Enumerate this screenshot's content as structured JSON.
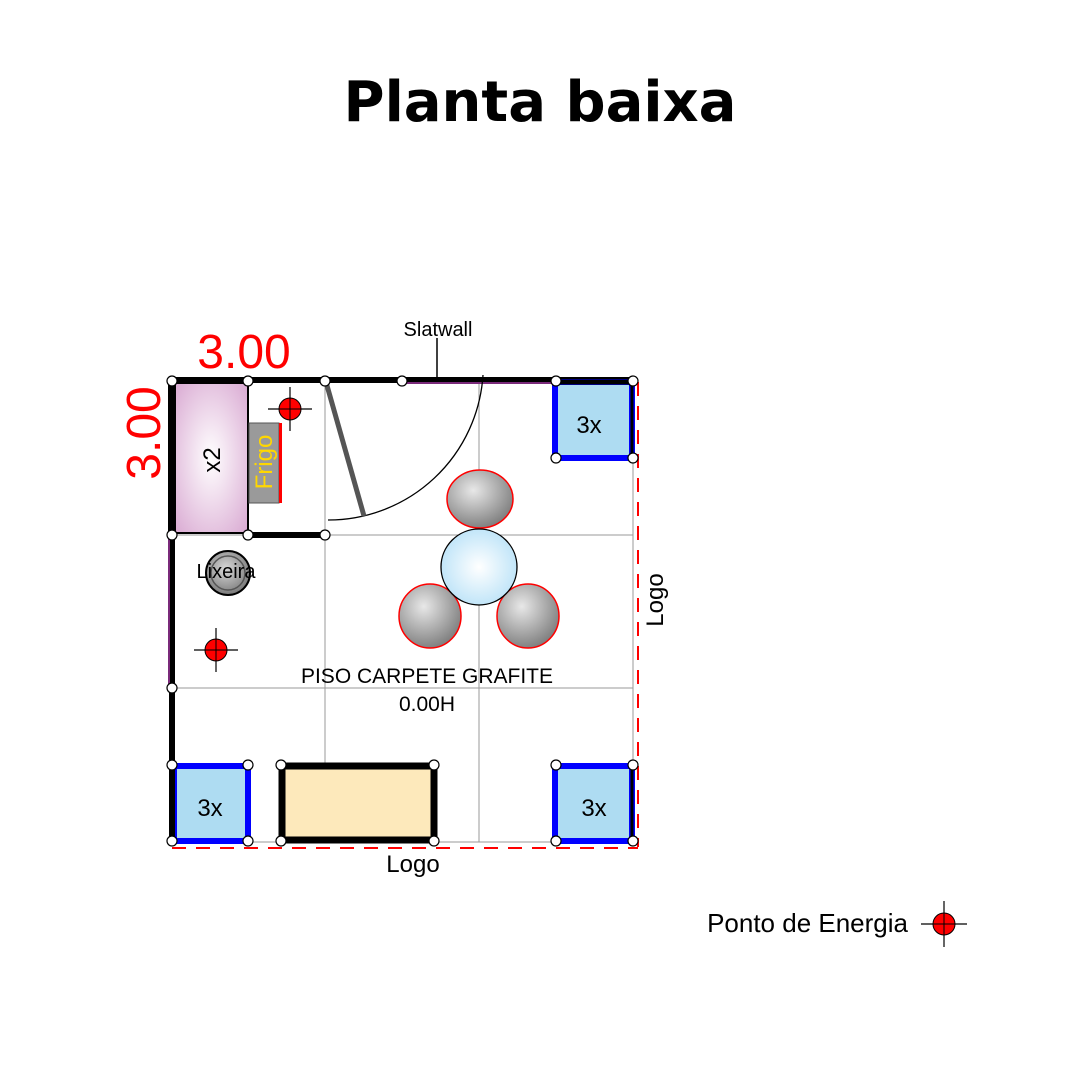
{
  "title": "Planta baixa",
  "dimensions": {
    "width": "3.00",
    "depth": "3.00"
  },
  "labels": {
    "slatwall": "Slatwall",
    "floor": "PISO CARPETE GRAFITE",
    "floor_height": "0.00H",
    "logo_right": "Logo",
    "logo_bottom": "Logo",
    "trash": "Lixeira",
    "fridge": "Frigo",
    "cabinet_count": "x2",
    "shelf_top_right": "3x",
    "shelf_bottom_left": "3x",
    "shelf_bottom_right": "3x"
  },
  "legend": {
    "energy_point": "Ponto de Energia"
  },
  "colors": {
    "dimension_red": "#ff0000",
    "shelf_fill": "#aedcf2",
    "shelf_border": "#0000ff",
    "counter_fill": "#fde9bb",
    "cabinet_fill": "#e9c6e4",
    "fridge_text": "#ffd700",
    "energy_point": "#ff0000"
  },
  "icons": [
    "energy-point-icon",
    "trash-bin-icon",
    "round-table-icon",
    "chair-icon",
    "door-swing-icon"
  ]
}
